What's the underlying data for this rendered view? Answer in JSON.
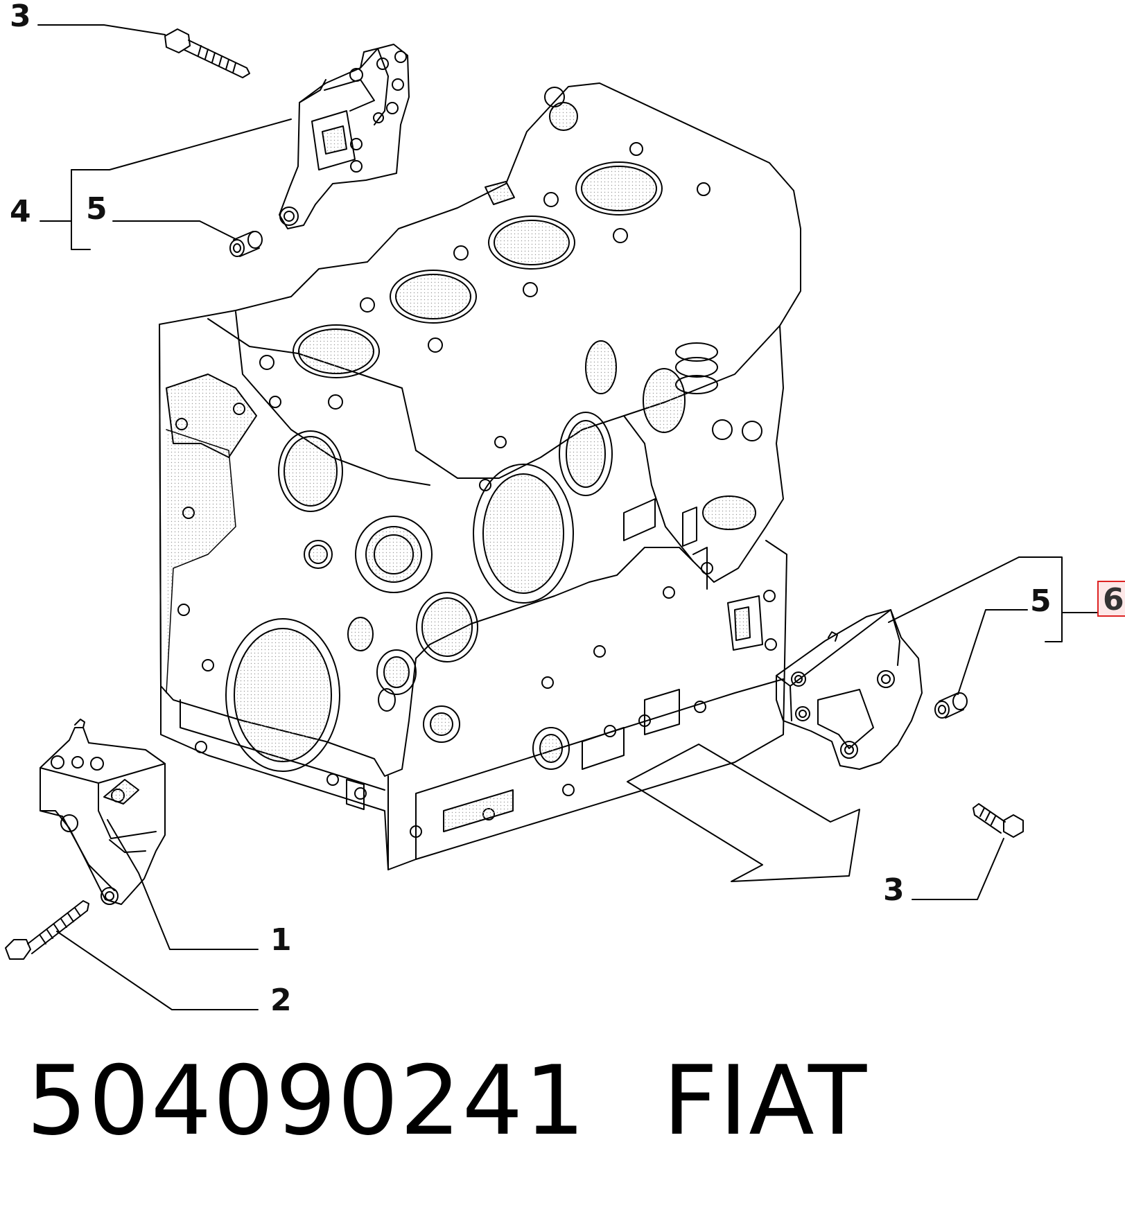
{
  "diagram": {
    "callouts": {
      "c3_top": "3",
      "c4": "4",
      "c5_left": "5",
      "c5_right": "5",
      "c6": "6",
      "c3_right": "3",
      "c1": "1",
      "c2": "2"
    },
    "highlight_color": "#d22222"
  },
  "footer": {
    "part_number": "504090241",
    "brand": "FIAT"
  }
}
